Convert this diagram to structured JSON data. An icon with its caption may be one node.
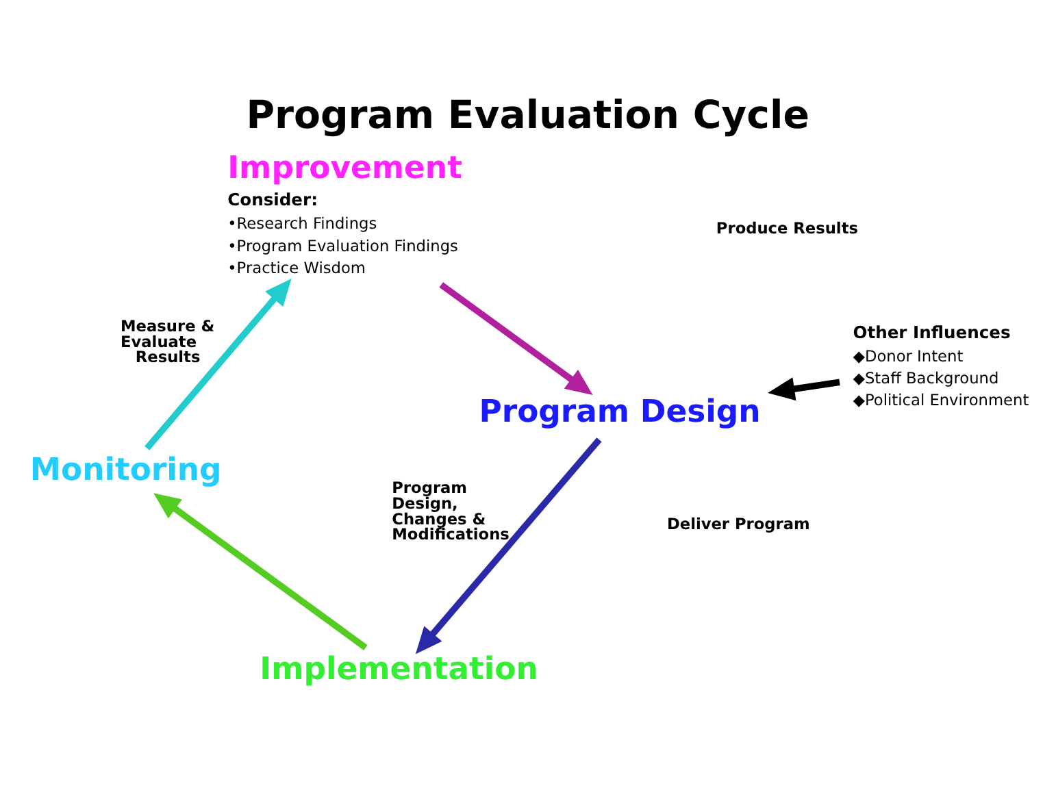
{
  "diagram": {
    "title": "Program Evaluation Cycle",
    "nodes": [
      {
        "text": [
          "Improvement",
          "Consider:",
          "•Research Findings",
          "•Program Evaluation Findings",
          "•Practice Wisdom"
        ]
      },
      {
        "text": [
          "Program Design"
        ]
      },
      {
        "text": [
          "Implementation"
        ]
      },
      {
        "text": [
          "Monitoring"
        ]
      },
      {
        "text": [
          "Other Influences",
          "◆Donor Intent",
          "◆Staff Background",
          "◆Political Environment"
        ]
      }
    ],
    "edges": [
      {
        "from": 0,
        "to": 1,
        "arrow": "to",
        "color": "#b0209f"
      },
      {
        "from": 1,
        "to": 2,
        "arrow": "to",
        "color": "#2a2aa8",
        "label": "Program Design, Changes & Modifications"
      },
      {
        "from": 2,
        "to": 3,
        "arrow": "to",
        "color": "#55cc22"
      },
      {
        "from": 3,
        "to": 0,
        "arrow": "to",
        "color": "#22cccc",
        "label": "Measure & Evaluate Results"
      },
      {
        "from": 4,
        "to": 1,
        "arrow": "to",
        "color": "#000000"
      }
    ],
    "labels": [
      "Deliver Program",
      "Produce Results"
    ]
  }
}
